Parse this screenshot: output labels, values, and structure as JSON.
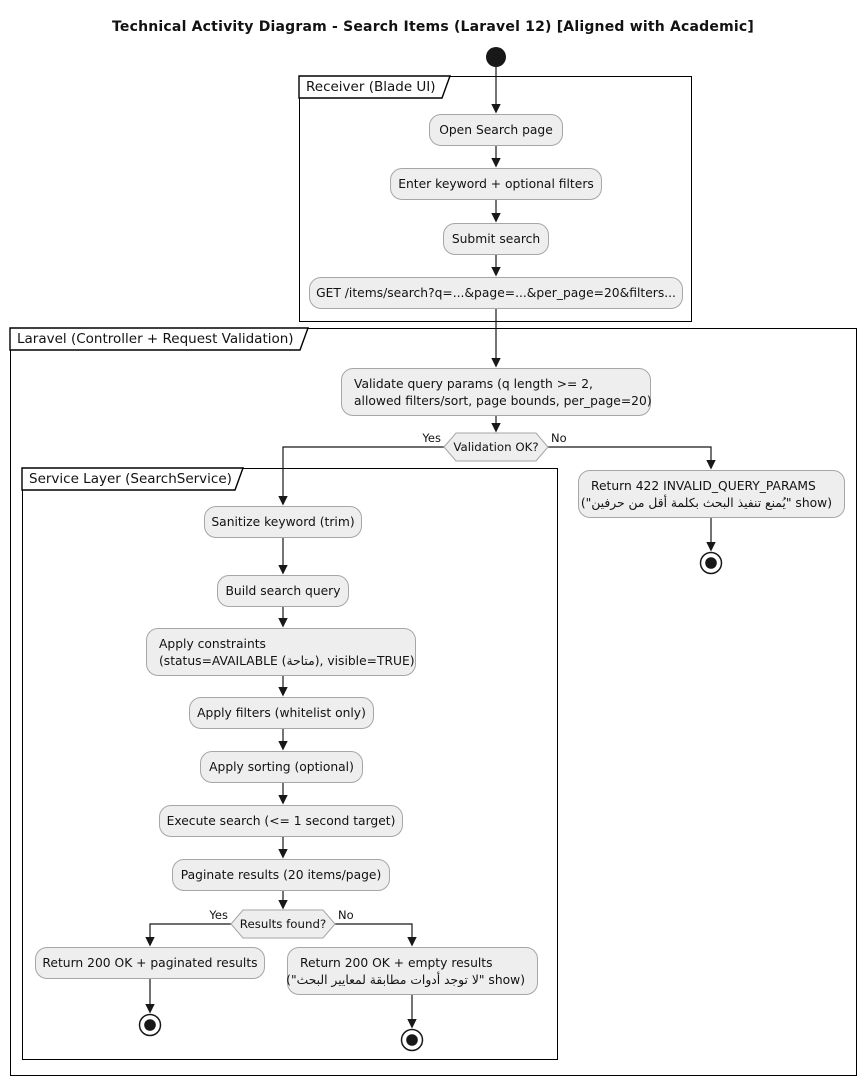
{
  "title": "Technical Activity Diagram - Search Items (Laravel 12) [Aligned with Academic]",
  "colors": {
    "node_fill": "#eeeeee",
    "node_border": "#a6a6a6",
    "line_color": "#181818",
    "partition_border": "#000000"
  },
  "partitions": {
    "receiver": {
      "label": "Receiver (Blade UI)"
    },
    "laravel": {
      "label": "Laravel (Controller + Request Validation)"
    },
    "service": {
      "label": "Service Layer (SearchService)"
    }
  },
  "nodes": {
    "open_search": {
      "label": "Open Search page"
    },
    "enter_keyword": {
      "label": "Enter keyword + optional filters"
    },
    "submit_search": {
      "label": "Submit search"
    },
    "get_request": {
      "label": "GET /items/search?q=...&page=...&per_page=20&filters..."
    },
    "validate": {
      "line1": "Validate query params (q length >= 2,",
      "line2": "allowed filters/sort, page bounds, per_page=20)"
    },
    "validation_ok": {
      "label": "Validation OK?",
      "yes": "Yes",
      "no": "No"
    },
    "return_422": {
      "line1": "Return 422 INVALID_QUERY_PARAMS",
      "line2": "(show \"يُمنع تنفيذ البحث بكلمة أقل من حرفين\")"
    },
    "sanitize": {
      "label": "Sanitize keyword (trim)"
    },
    "build_query": {
      "label": "Build search query"
    },
    "apply_constraints": {
      "line1": "Apply constraints",
      "line2": "(status=AVAILABLE (متاحة), visible=TRUE)"
    },
    "apply_filters": {
      "label": "Apply filters (whitelist only)"
    },
    "apply_sorting": {
      "label": "Apply sorting (optional)"
    },
    "execute_search": {
      "label": "Execute search (<= 1 second target)"
    },
    "paginate": {
      "label": "Paginate results (20 items/page)"
    },
    "results_found": {
      "label": "Results found?",
      "yes": "Yes",
      "no": "No"
    },
    "return_paginated": {
      "label": "Return 200 OK + paginated results"
    },
    "return_empty": {
      "line1": "Return 200 OK + empty results",
      "line2": "(show \"لا توجد أدوات مطابقة لمعايير البحث\")"
    }
  }
}
